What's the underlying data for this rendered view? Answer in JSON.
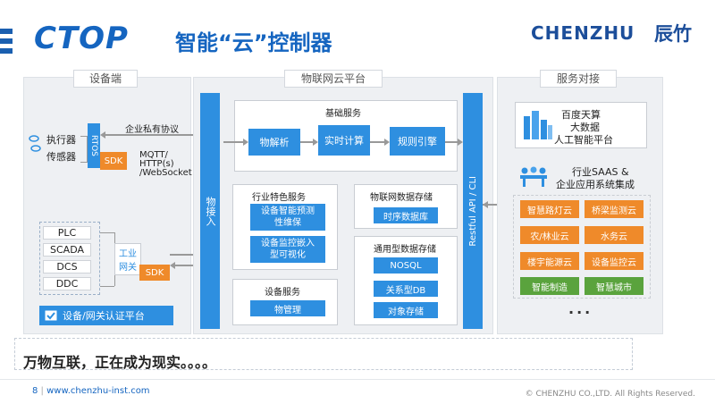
{
  "header": {
    "logo": "CTOP",
    "title": "智能“云”控制器",
    "brand": "CHENZHU",
    "brand_cn": "辰竹"
  },
  "device_panel": {
    "title": "设备端",
    "sensors": [
      "执行器",
      "传感器"
    ],
    "rtos": "RTOS",
    "sdk": "SDK",
    "devices": [
      "PLC",
      "SCADA",
      "DCS",
      "DDC"
    ],
    "gateway": "工业网关",
    "gateway_sdk": "SDK",
    "auth_platform": "设备/网关认证平台"
  },
  "protocols": {
    "private": "企业私有协议",
    "mqtt_lines": [
      "MQTT/",
      "HTTP(s)",
      "/WebSocket"
    ]
  },
  "iot_panel": {
    "title": "物联网云平台",
    "access": "物接入",
    "api": "Restful API / CLI",
    "basic": {
      "title": "基础服务",
      "items": [
        "物解析",
        "实时计算",
        "规则引擎"
      ]
    },
    "industry": {
      "title": "行业特色服务",
      "items": [
        "设备智能预测性维保",
        "设备监控嵌入型可视化"
      ]
    },
    "device_service": {
      "title": "设备服务",
      "items": [
        "物管理"
      ]
    },
    "iot_storage": {
      "title": "物联网数据存储",
      "items": [
        "时序数据库"
      ]
    },
    "general_storage": {
      "title": "通用型数据存储",
      "items": [
        "NOSQL",
        "关系型DB",
        "对象存储"
      ]
    }
  },
  "service_panel": {
    "title": "服务对接",
    "ai": [
      "百度天算",
      "大数据",
      "人工智能平台"
    ],
    "saas": [
      "行业SAAS &",
      "企业应用系统集成"
    ],
    "apps": [
      "智慧路灯云",
      "桥梁监测云",
      "农/林业云",
      "水务云",
      "楼宇能源云",
      "设备监控云",
      "智能制造",
      "智慧城市"
    ],
    "more": "..."
  },
  "slogan": "万物互联，正在成为现实。。。。",
  "footer": {
    "page": "8",
    "url": "www.chenzhu-inst.com",
    "copyright": "© CHENZHU CO.,LTD. All Rights Reserved."
  },
  "colors": {
    "blue": "#2e8fe0",
    "orange": "#ef8a2a",
    "green": "#5aa33d",
    "brand": "#1565c0"
  }
}
